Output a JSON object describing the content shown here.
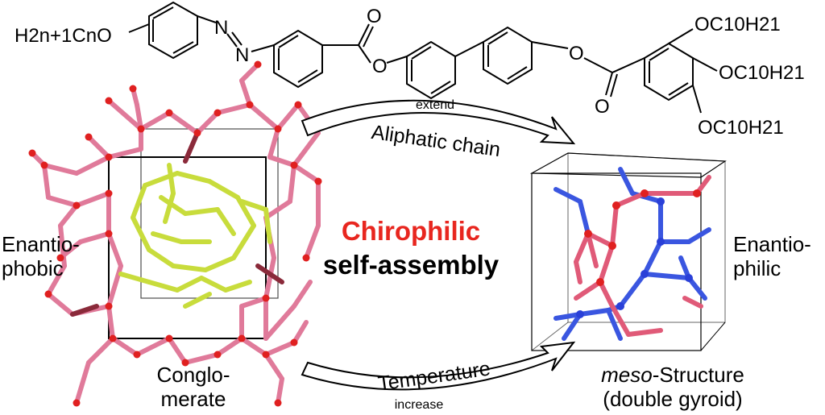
{
  "molecule": {
    "left_group": "H2n+1CnO",
    "azo_n1": "N",
    "azo_n2": "N",
    "carbonyl_o1": "O",
    "ester_o1": "O",
    "ester_o2": "O",
    "carbonyl_o2": "O",
    "chains": [
      "OC10H21",
      "OC10H21",
      "OC10H21"
    ]
  },
  "arrows": {
    "top_small": "extend",
    "top_main": "Aliphatic chain",
    "bottom_main": "Temperature",
    "bottom_small": "increase"
  },
  "center": {
    "line1": "Chirophilic",
    "line2": "self-assembly"
  },
  "left_labels": {
    "enantio": "Enantio-",
    "phobic": "phobic",
    "conglo": "Conglo-",
    "merate": "merate"
  },
  "right_labels": {
    "enantio": "Enantio-",
    "philic": "philic",
    "meso_italic": "meso",
    "meso_rest": "-Structure",
    "gyroid": "(double gyroid)"
  },
  "colors": {
    "pink_network": "#e07a9a",
    "dark_network": "#8a2a3a",
    "node_red": "#e02020",
    "yellow_network": "#c8dc3c",
    "blue_network": "#3a56e0",
    "title_red": "#e8261f"
  }
}
